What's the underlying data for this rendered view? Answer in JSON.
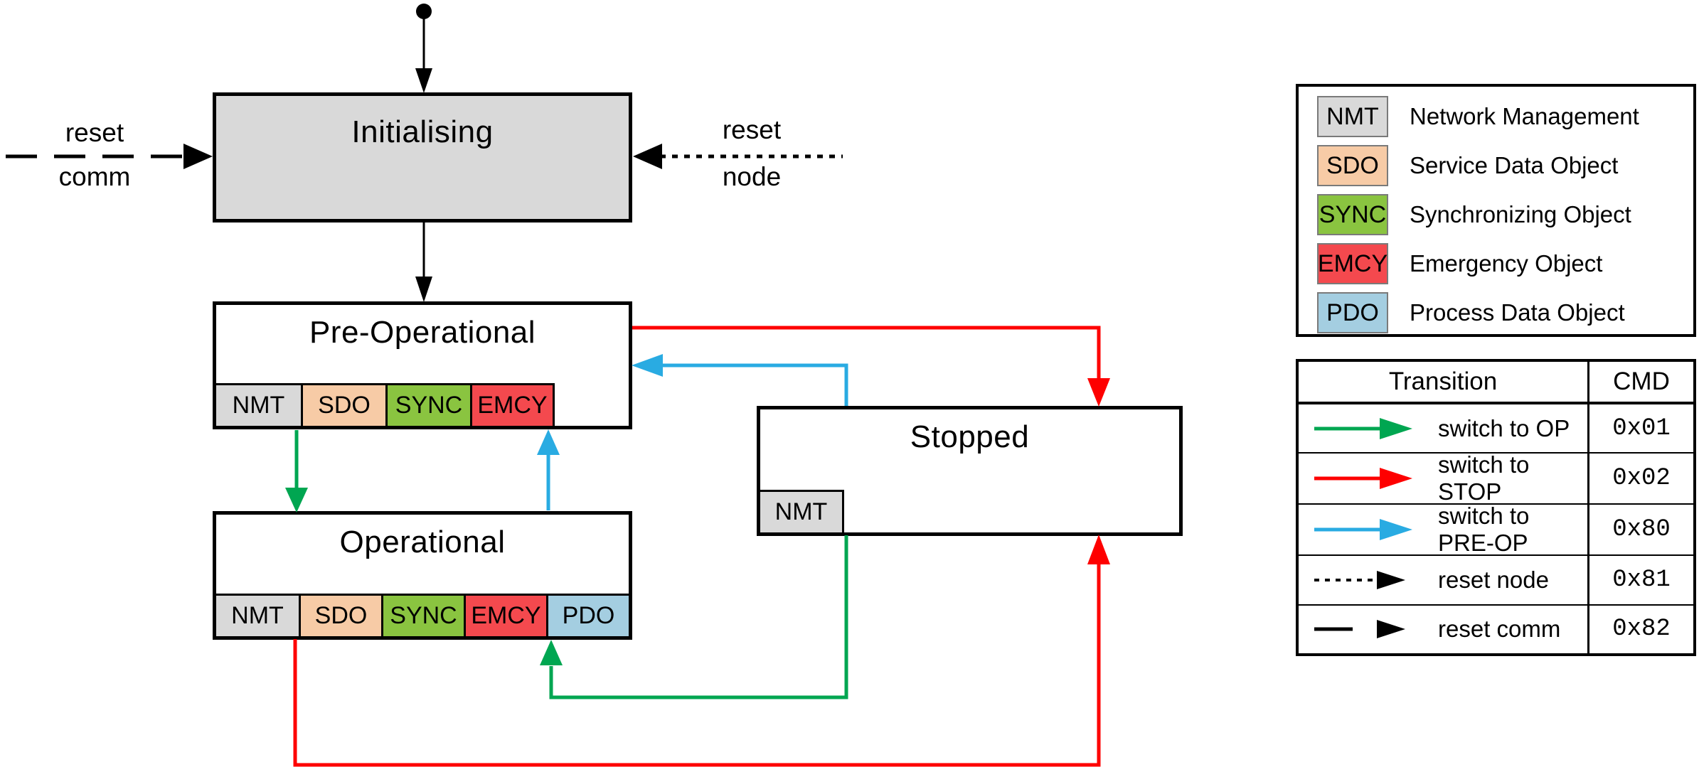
{
  "diagram": {
    "states": {
      "initialising": {
        "title": "Initialising",
        "tabs": []
      },
      "pre_operational": {
        "title": "Pre-Operational",
        "tabs": [
          "NMT",
          "SDO",
          "SYNC",
          "EMCY"
        ]
      },
      "operational": {
        "title": "Operational",
        "tabs": [
          "NMT",
          "SDO",
          "SYNC",
          "EMCY",
          "PDO"
        ]
      },
      "stopped": {
        "title": "Stopped",
        "tabs": [
          "NMT"
        ]
      }
    },
    "external_transitions": {
      "reset_comm": {
        "line1": "reset",
        "line2": "comm"
      },
      "reset_node": {
        "line1": "reset",
        "line2": "node"
      }
    }
  },
  "legend": {
    "items": [
      {
        "abbr": "NMT",
        "label": "Network Management",
        "color": "#d9d9d9"
      },
      {
        "abbr": "SDO",
        "label": "Service Data Object",
        "color": "#f7cba6"
      },
      {
        "abbr": "SYNC",
        "label": "Synchronizing Object",
        "color": "#8ac440"
      },
      {
        "abbr": "EMCY",
        "label": "Emergency Object",
        "color": "#f4494e"
      },
      {
        "abbr": "PDO",
        "label": "Process Data Object",
        "color": "#a4cee1"
      }
    ]
  },
  "transition_table": {
    "headers": [
      "Transition",
      "CMD"
    ],
    "rows": [
      {
        "transition": "switch to OP",
        "cmd": "0x01",
        "arrow_color": "#00a651",
        "arrow_style": "solid"
      },
      {
        "transition": "switch to STOP",
        "cmd": "0x02",
        "arrow_color": "#fe0000",
        "arrow_style": "solid"
      },
      {
        "transition": "switch to PRE-OP",
        "cmd": "0x80",
        "arrow_color": "#29abe2",
        "arrow_style": "solid"
      },
      {
        "transition": "reset node",
        "cmd": "0x81",
        "arrow_color": "#000000",
        "arrow_style": "dotted"
      },
      {
        "transition": "reset comm",
        "cmd": "0x82",
        "arrow_color": "#000000",
        "arrow_style": "dash"
      }
    ]
  },
  "colors": {
    "state_fill_init": "#d9d9d9",
    "arrow_switch_to_op": "#00a651",
    "arrow_switch_to_stop": "#fe0000",
    "arrow_switch_to_preop": "#29abe2",
    "arrow_reset": "#000000"
  }
}
